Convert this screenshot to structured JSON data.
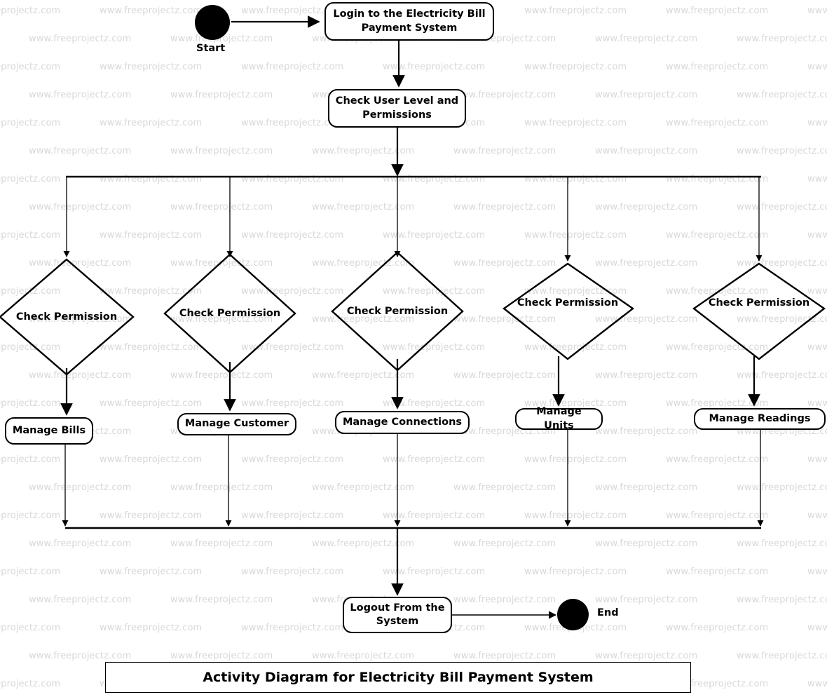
{
  "diagram": {
    "title": "Activity Diagram for Electricity Bill Payment System",
    "watermark_text": "www.freeprojectz.com",
    "line_color": "#000000",
    "node_fill": "#ffffff",
    "watermark_color": "#d8d8d8"
  },
  "nodes": {
    "start": {
      "label": "Start"
    },
    "login": {
      "label": "Login to the Electricity Bill Payment System"
    },
    "check_user": {
      "label": "Check User Level and Permissions"
    },
    "end": {
      "label": "End"
    },
    "logout": {
      "label": "Logout From the System"
    }
  },
  "decisions": [
    {
      "label": "Check Permission"
    },
    {
      "label": "Check Permission"
    },
    {
      "label": "Check Permission"
    },
    {
      "label": "Check Permission"
    },
    {
      "label": "Check Permission"
    }
  ],
  "activities": [
    {
      "label": "Manage Bills"
    },
    {
      "label": "Manage Customer"
    },
    {
      "label": "Manage Connections"
    },
    {
      "label": "Manage Units"
    },
    {
      "label": "Manage Readings"
    }
  ]
}
